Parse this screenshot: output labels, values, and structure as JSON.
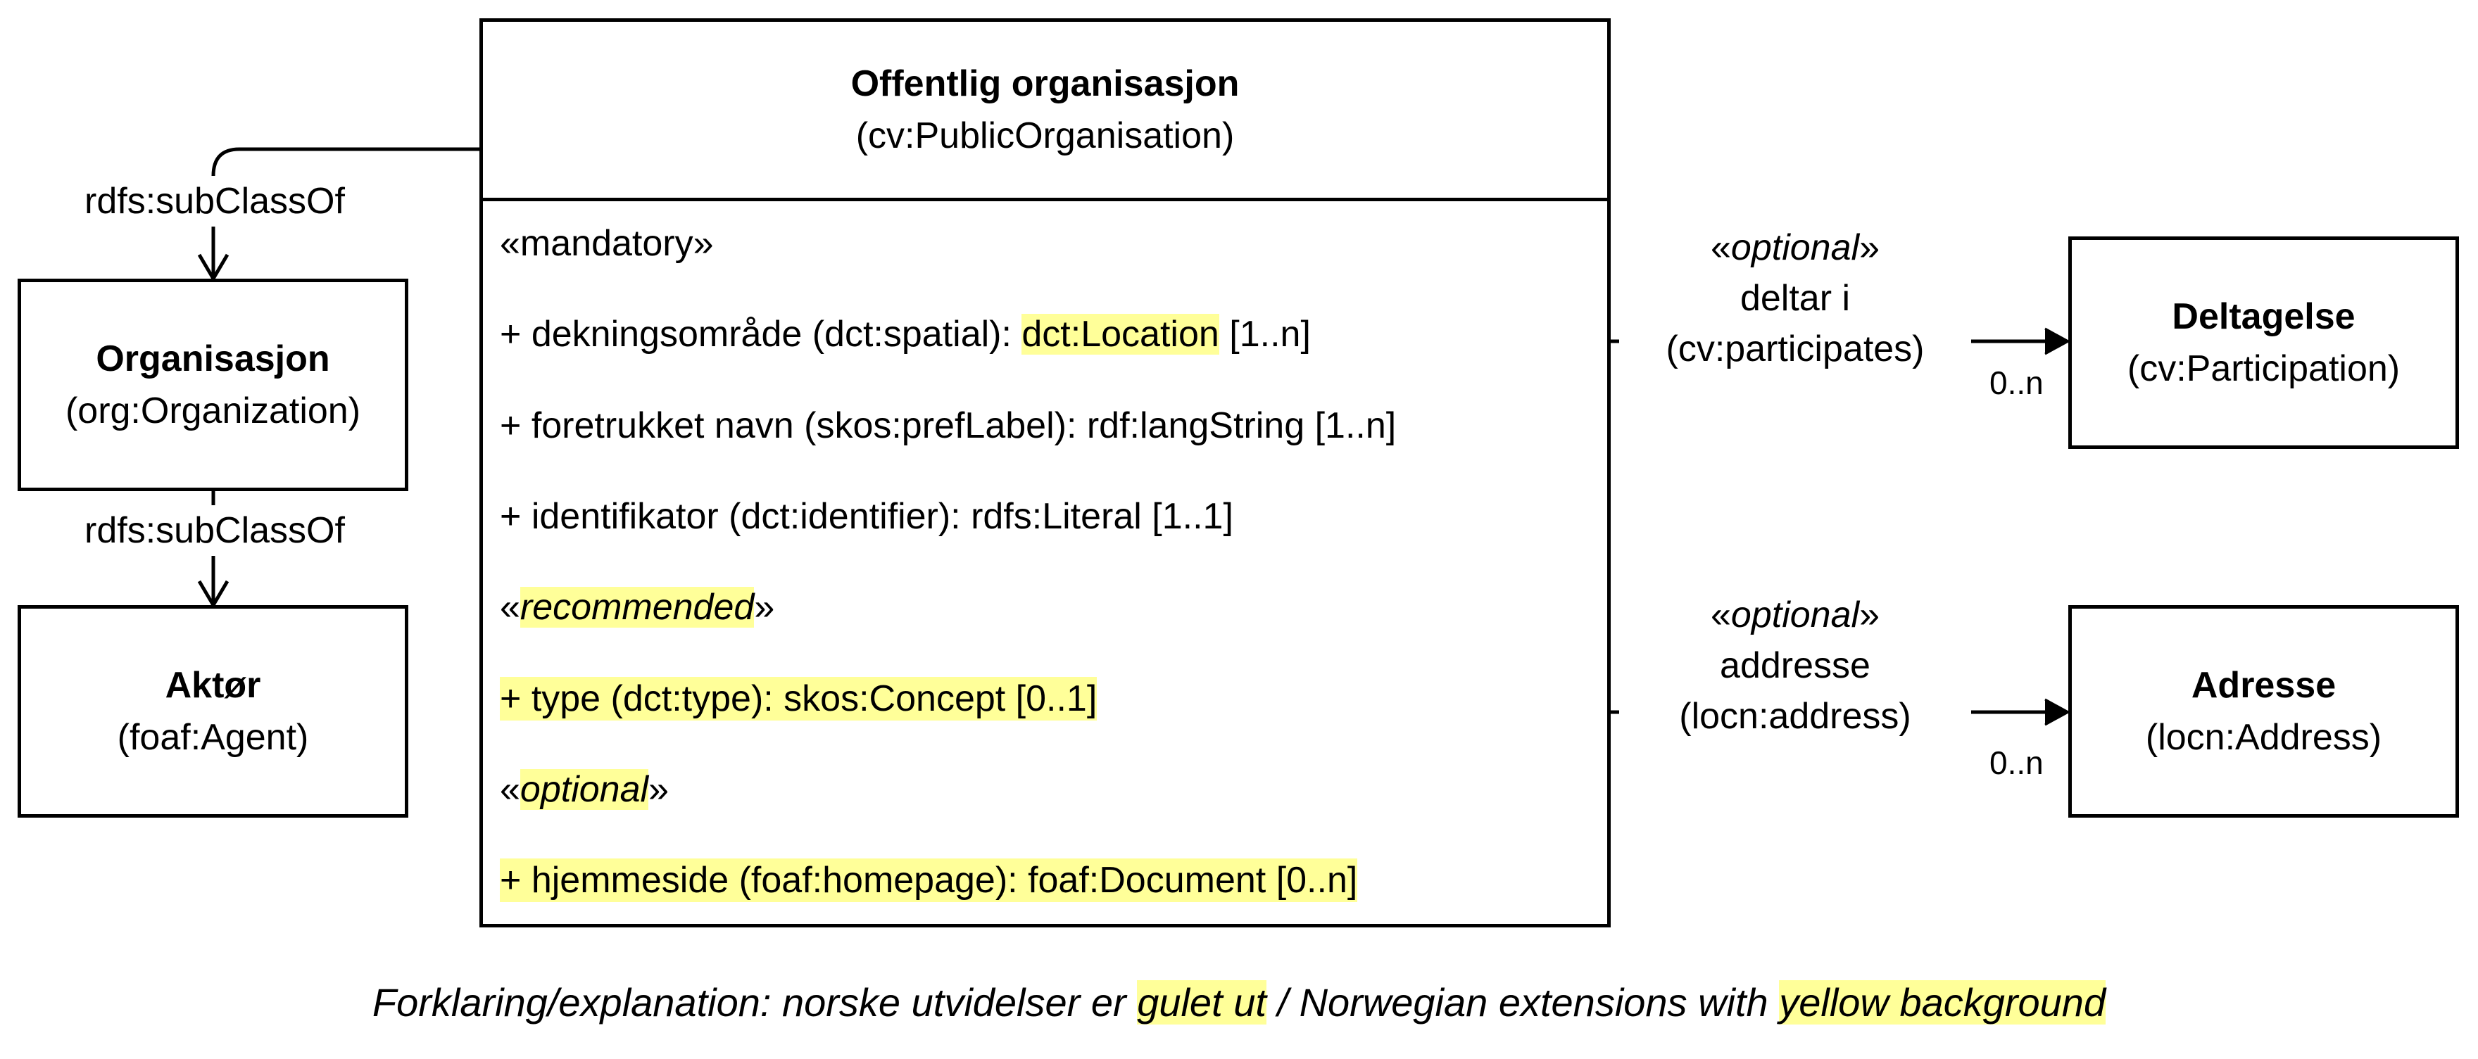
{
  "main_class": {
    "title": "Offentlig organisasjon",
    "uri": "(cv:PublicOrganisation)",
    "stereo_mandatory": "«mandatory»",
    "attr_spatial_pre": "+ dekningsområde (dct:spatial): ",
    "attr_spatial_type": "dct:Location",
    "attr_spatial_post": " [1..n]",
    "attr_preflabel": "+ foretrukket navn (skos:prefLabel): rdf:langString [1..n]",
    "attr_identifier": "+ identifikator (dct:identifier): rdfs:Literal [1..1]",
    "stereo_recommended_open": "«",
    "stereo_recommended_word": "recommended",
    "stereo_recommended_close": "»",
    "attr_type": "+ type (dct:type): skos:Concept [0..1]",
    "stereo_optional_open": "«",
    "stereo_optional_word": "optional",
    "stereo_optional_close": "»",
    "attr_homepage": "+ hjemmeside (foaf:homepage): foaf:Document [0..n]"
  },
  "organisasjon": {
    "title": "Organisasjon",
    "uri": "(org:Organization)"
  },
  "aktor": {
    "title": "Aktør",
    "uri": "(foaf:Agent)"
  },
  "deltagelse": {
    "title": "Deltagelse",
    "uri": "(cv:Participation)"
  },
  "adresse": {
    "title": "Adresse",
    "uri": "(locn:Address)"
  },
  "relations": {
    "subclass_top": "rdfs:subClassOf",
    "subclass_bottom": "rdfs:subClassOf",
    "participates_open": "«",
    "participates_stereo": "optional",
    "participates_close": "»",
    "participates_name": "deltar i",
    "participates_uri": "(cv:participates)",
    "participates_mult": "0..n",
    "address_open": "«",
    "address_stereo": "optional",
    "address_close": "»",
    "address_name": "addresse",
    "address_uri": "(locn:address)",
    "address_mult": "0..n"
  },
  "legend": {
    "part1": "Forklaring/explanation: norske utvidelser er ",
    "hl1": "gulet ut",
    "part2": " / Norwegian extensions with ",
    "hl2": "yellow background"
  },
  "colors": {
    "highlight": "#ffff99",
    "line": "#000000"
  }
}
